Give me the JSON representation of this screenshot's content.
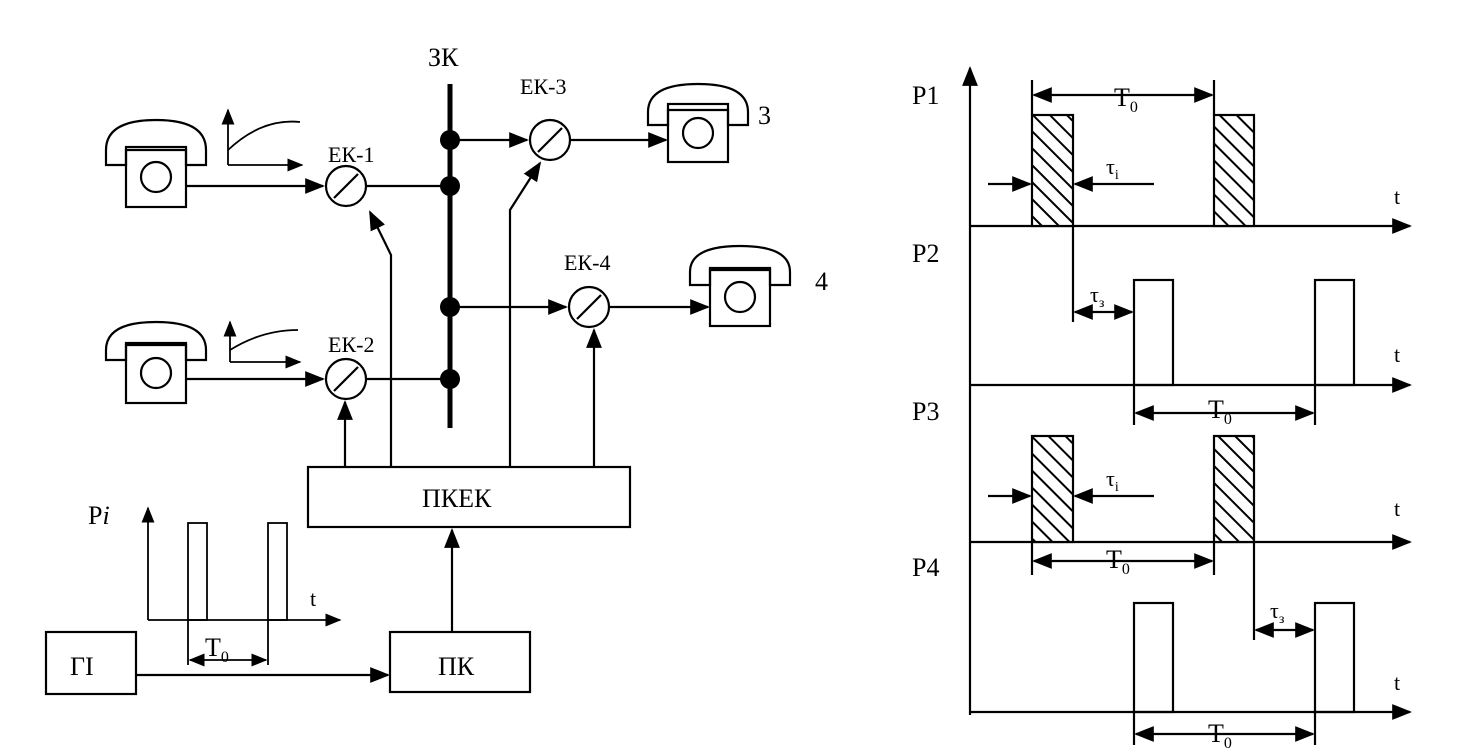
{
  "labels": {
    "bus": "ЗК",
    "ek1": "ЕК-1",
    "ek2": "ЕК-2",
    "ek3": "ЕК-3",
    "ek4": "ЕК-4",
    "phone3": "3",
    "phone4": "4",
    "pkek": "ПКЕК",
    "pk": "ПК",
    "gi": "ГІ",
    "pi": "P",
    "pi_sub": "i",
    "t": "t",
    "T0": "T",
    "T0_sub": "0",
    "p1": "P1",
    "p2": "P2",
    "p3": "P3",
    "p4": "P4",
    "tau_i": "τ",
    "tau_i_sub": "i",
    "tau_z": "τ",
    "tau_z_sub": "з"
  },
  "colors": {
    "ink": "#000000",
    "paper": "#ffffff"
  }
}
